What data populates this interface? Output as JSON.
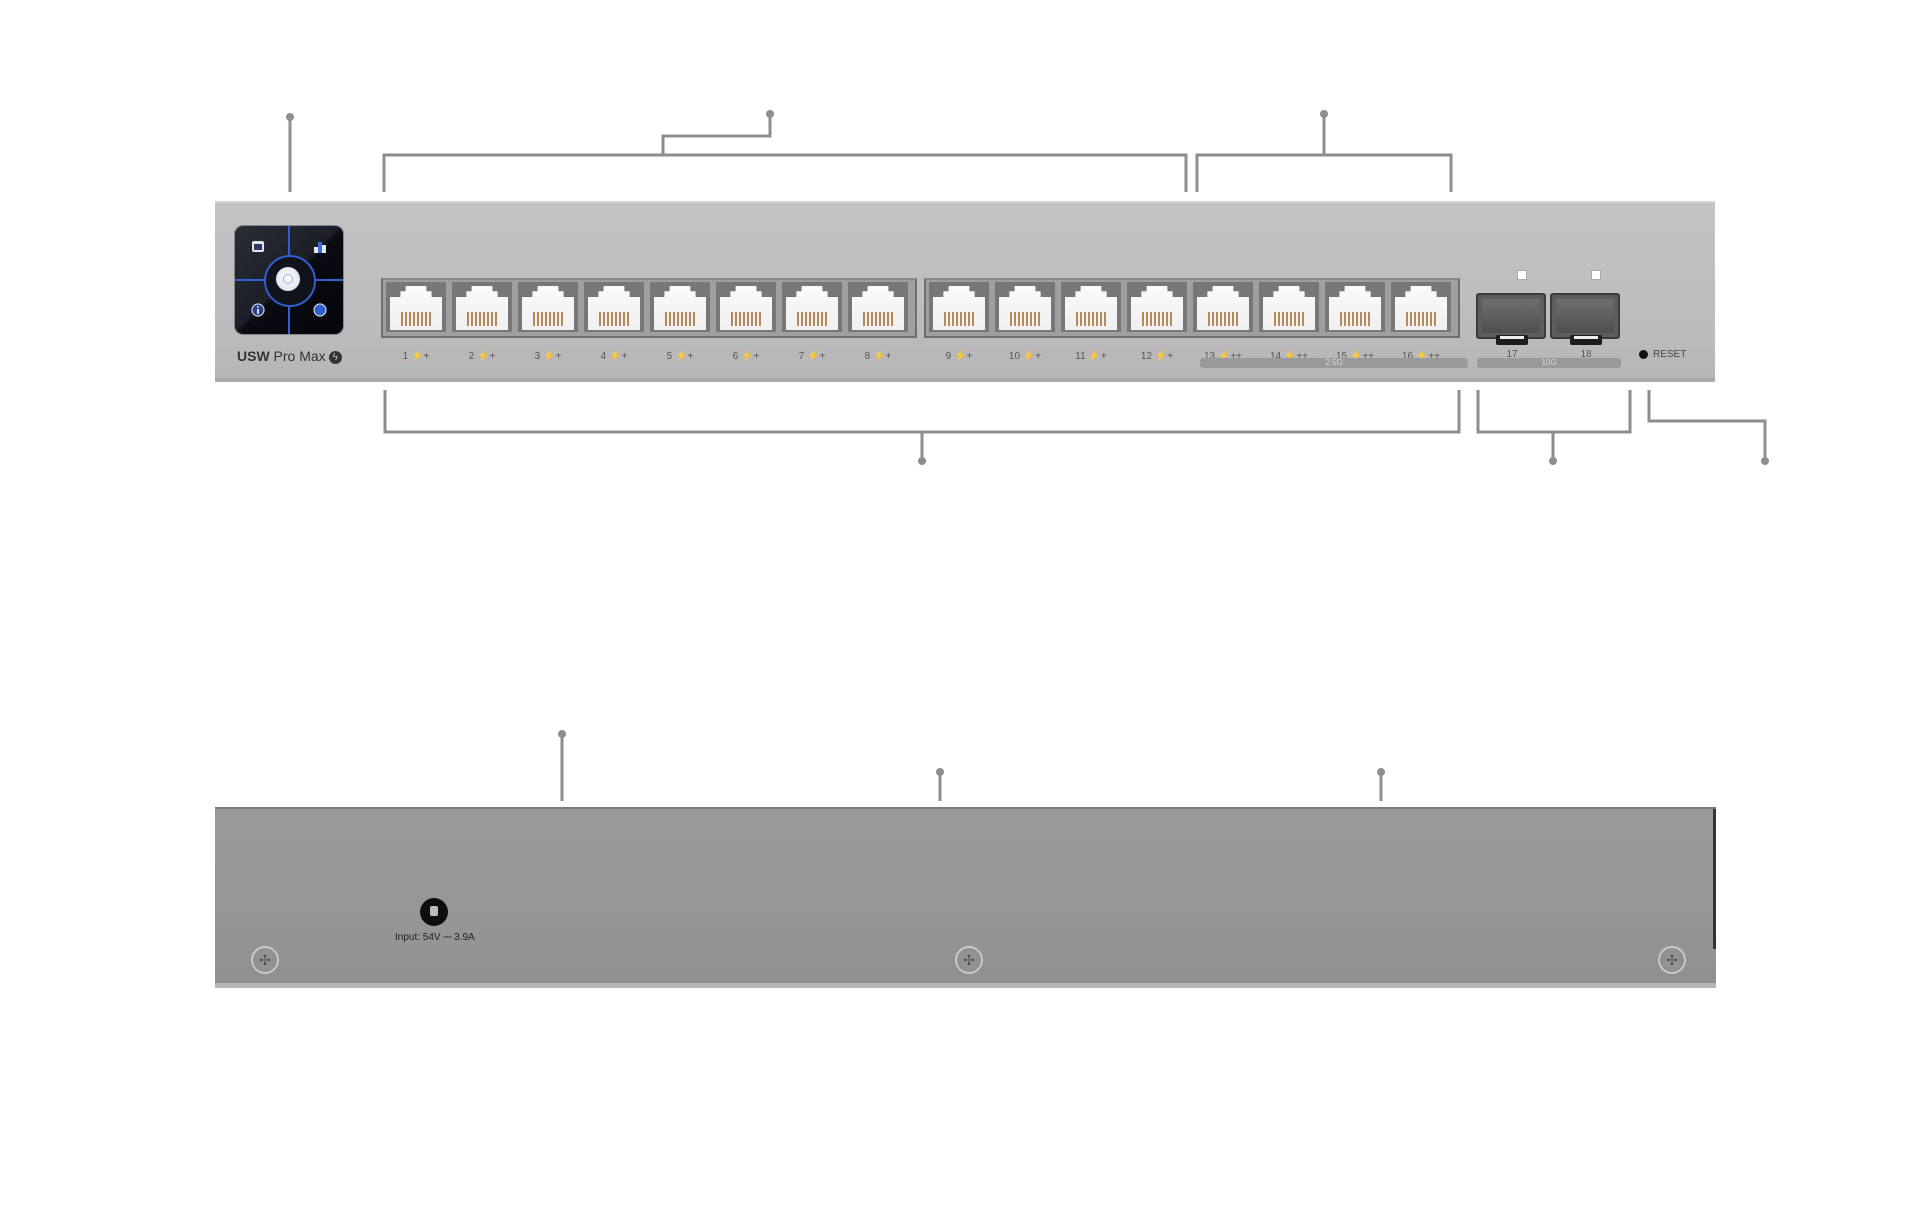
{
  "front_panel": {
    "model_label_bold": "USW",
    "model_label_rest": " Pro Max",
    "model_icon": "poe-bolt-icon",
    "display_icons": [
      "port-icon",
      "chart-icon",
      "info-icon",
      "globe-icon"
    ],
    "ports_group1": [
      {
        "num": "1",
        "poe": "⚡+"
      },
      {
        "num": "2",
        "poe": "⚡+"
      },
      {
        "num": "3",
        "poe": "⚡+"
      },
      {
        "num": "4",
        "poe": "⚡+"
      },
      {
        "num": "5",
        "poe": "⚡+"
      },
      {
        "num": "6",
        "poe": "⚡+"
      },
      {
        "num": "7",
        "poe": "⚡+"
      },
      {
        "num": "8",
        "poe": "⚡+"
      }
    ],
    "ports_group2": [
      {
        "num": "9",
        "poe": "⚡+"
      },
      {
        "num": "10",
        "poe": "⚡+"
      },
      {
        "num": "11",
        "poe": "⚡+"
      },
      {
        "num": "12",
        "poe": "⚡+"
      },
      {
        "num": "13",
        "poe": "⚡++"
      },
      {
        "num": "14",
        "poe": "⚡++"
      },
      {
        "num": "15",
        "poe": "⚡++"
      },
      {
        "num": "16",
        "poe": "⚡++"
      }
    ],
    "speed_bar_rj45": "2.5G",
    "sfp_ports": [
      "17",
      "18"
    ],
    "speed_bar_sfp": "10G",
    "reset_label": "RESET"
  },
  "back_panel": {
    "power_input_label": "Input: 54V ⎓ 3.9A"
  }
}
